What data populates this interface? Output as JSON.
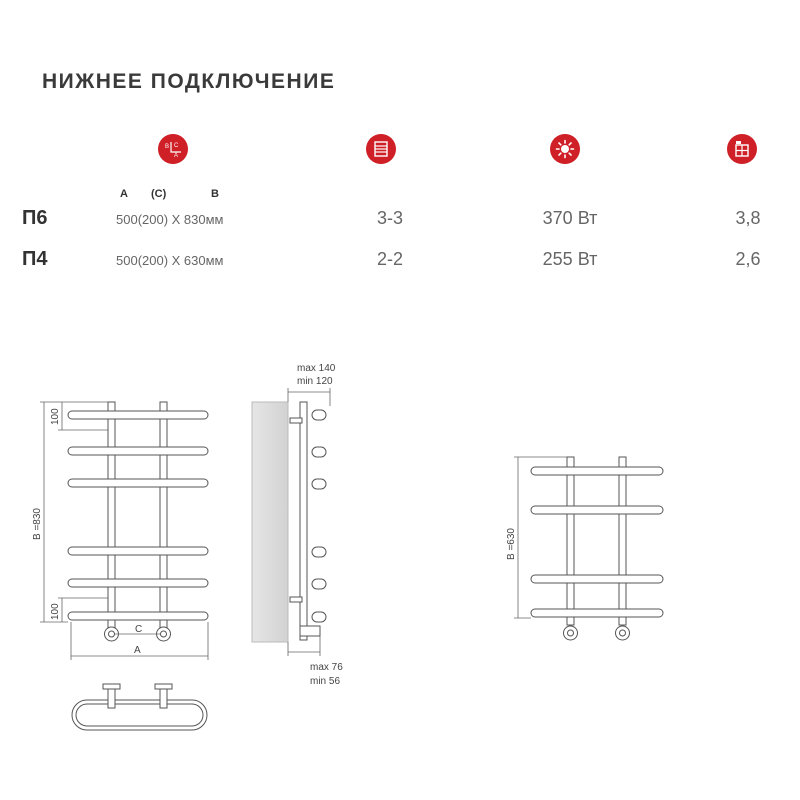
{
  "title": "НИЖНЕЕ ПОДКЛЮЧЕНИЕ",
  "accent_color": "#cf2027",
  "icons": [
    "dimensions-icon",
    "rungs-icon",
    "power-icon",
    "area-icon"
  ],
  "column_labels": {
    "a": "A",
    "c": "(C)",
    "b": "B"
  },
  "rows": [
    {
      "model": "П6",
      "size": "500(200) X 830мм",
      "rungs": "3-3",
      "power": "370 Вт",
      "area": "3,8"
    },
    {
      "model": "П4",
      "size": "500(200) X 630мм",
      "rungs": "2-2",
      "power": "255 Вт",
      "area": "2,6"
    }
  ],
  "drawings": {
    "front_large": {
      "height_label": "B =830",
      "top_gap": "100",
      "bottom_gap": "100",
      "c_label": "C",
      "a_label": "A"
    },
    "side": {
      "top_max": "max 140",
      "top_min": "min 120",
      "bottom_max": "max 76",
      "bottom_min": "min 56"
    },
    "front_small": {
      "height_label": "B =630"
    }
  }
}
